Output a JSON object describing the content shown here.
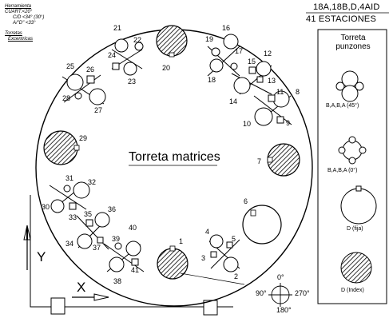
{
  "notes": {
    "herramienta_title": "Herramienta",
    "herramienta_lines": [
      "CUART.<20°",
      "C/D <34° (30°)",
      "A/\"D\" <33°"
    ],
    "torretas_title": "Torretas",
    "torretas_sub": "Excentricas"
  },
  "header": {
    "model": "18A,18B,D,4AID",
    "stations": "41 ESTACIONES"
  },
  "center_title": "Torreta matrices",
  "panel": {
    "title_line1": "Torreta",
    "title_line2": "punzones",
    "items": [
      {
        "label": "B,A,B,A (45°)"
      },
      {
        "label": "B,A,B,A (0°)"
      },
      {
        "label": "D (fija)"
      },
      {
        "label": "D (Index)"
      }
    ]
  },
  "axes": {
    "y": "Y",
    "x": "X"
  },
  "compass": {
    "top": "0°",
    "left": "90°",
    "right": "270°",
    "bottom": "180°"
  },
  "stations": [
    "1",
    "2",
    "3",
    "4",
    "5",
    "6",
    "7",
    "8",
    "9",
    "10",
    "11",
    "12",
    "13",
    "14",
    "15",
    "16",
    "17",
    "18",
    "19",
    "20",
    "21",
    "22",
    "23",
    "24",
    "25",
    "26",
    "27",
    "28",
    "29",
    "30",
    "31",
    "32",
    "33",
    "34",
    "35",
    "36",
    "37",
    "38",
    "39",
    "40",
    "41"
  ]
}
